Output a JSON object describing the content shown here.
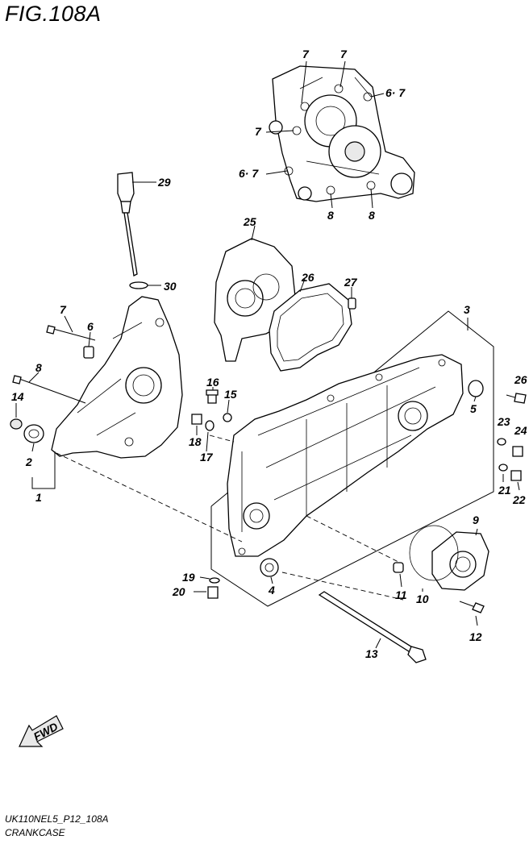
{
  "figure_title": "FIG.108A",
  "footer": {
    "code": "UK110NEL5_P12_108A",
    "name": "CRANKCASE"
  },
  "fwd_label": "FWD",
  "callouts": {
    "c7a": "7",
    "c7b": "7",
    "c67a": "6· 7",
    "c7c": "7",
    "c67b": "6· 7",
    "c8a": "8",
    "c8b": "8",
    "c29": "29",
    "c25": "25",
    "c26": "26",
    "c27": "27",
    "c30": "30",
    "c7d": "7",
    "c6": "6",
    "c3": "3",
    "c8c": "8",
    "c14": "14",
    "c16": "16",
    "c15": "15",
    "c26b": "26",
    "c5": "5",
    "c23": "23",
    "c24": "24",
    "c18": "18",
    "c17": "17",
    "c2": "2",
    "c21": "21",
    "c22": "22",
    "c1": "1",
    "c9": "9",
    "c19": "19",
    "c20": "20",
    "c4": "4",
    "c11": "11",
    "c10": "10",
    "c12": "12",
    "c13": "13"
  }
}
